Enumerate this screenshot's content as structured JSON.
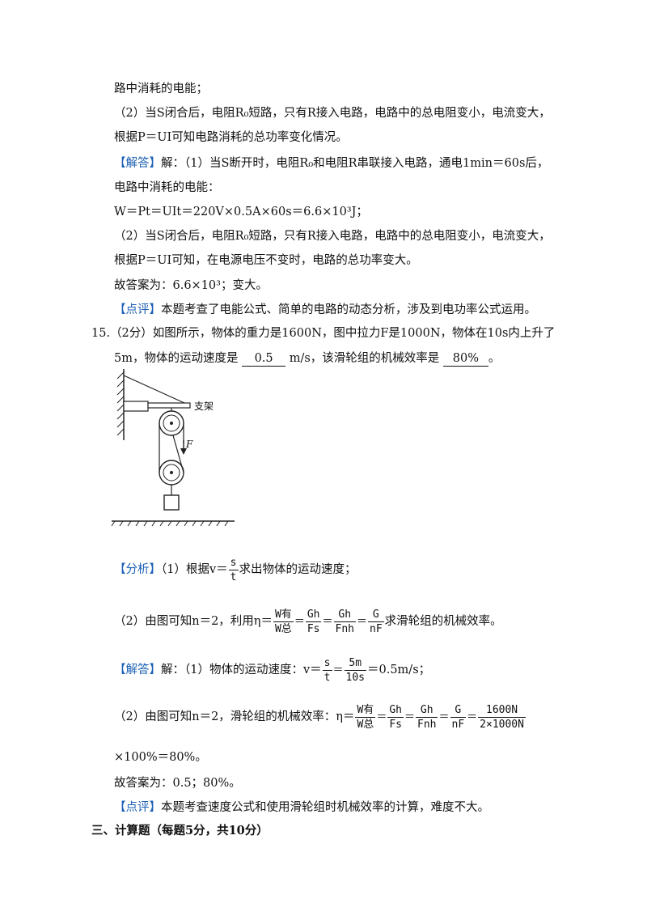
{
  "lines": {
    "l1": "路中消耗的电能；",
    "l2": "（2）当S闭合后，电阻R₀短路，只有R接入电路，电路中的总电阻变小，电流变大，",
    "l3": "根据P＝UI可知电路消耗的总功率变化情况。",
    "l4_tag": "【解答】",
    "l4": "解：（1）当S断开时，电阻R₀和电阻R串联接入电路，通电1min＝60s后，",
    "l5": "电路中消耗的电能：",
    "l6": "W＝Pt＝UIt＝220V×0.5A×60s＝6.6×10³J；",
    "l7": "（2）当S闭合后，电阻R₀短路，只有R接入电路，电路中的总电阻变小，电流变大，",
    "l8": "根据P＝UI可知，在电源电压不变时，电路的总功率变大。",
    "l9": "故答案为：6.6×10³；变大。",
    "l10_tag": "【点评】",
    "l10": "本题考查了电能公式、简单的电路的动态分析，涉及到电功率公式运用。"
  },
  "q15": {
    "num": "15.",
    "stem1": "（2分）如图所示，物体的重力是1600N，图中拉力F是1000N，物体在10s内上升了",
    "stem2a": "5m，物体的运动速度是",
    "blank1": "0.5",
    "stem2b": "m/s，该滑轮组的机械效率是",
    "blank2": "80%",
    "stem2c": "。",
    "figure_label_bracket": "支架",
    "figure_label_force": "F"
  },
  "analysis": {
    "tag": "【分析】",
    "a1_pre": "（1）根据v＝",
    "a1_num": "s",
    "a1_den": "t",
    "a1_post": "求出物体的运动速度；",
    "a2_pre": "（2）由图可知n＝2，利用η＝",
    "f_w_num": "W有",
    "f_w_den": "W总",
    "f_gh": "Gh",
    "f_fs": "Fs",
    "f_fnh": "Fnh",
    "f_g": "G",
    "f_nf": "nF",
    "eq": "＝",
    "a2_post": "求滑轮组的机械效率。"
  },
  "answer": {
    "tag": "【解答】",
    "b1_pre": "解：（1）物体的运动速度：v＝",
    "b1_s": "s",
    "b1_t": "t",
    "b1_5m": "5m",
    "b1_10s": "10s",
    "b1_post": "＝0.5m/s；",
    "b2_pre": "（2）由图可知n＝2，滑轮组的机械效率：η＝",
    "b2_1600": "1600N",
    "b2_2x": "2×1000N",
    "b3": "×100%＝80%。",
    "b4": "故答案为：0.5；80%。"
  },
  "comment": {
    "tag": "【点评】",
    "text": "本题考查速度公式和使用滑轮组时机械效率的计算，难度不大。"
  },
  "section": "三、计算题（每题5分，共10分）",
  "colors": {
    "tag": "#1a5fb4"
  }
}
